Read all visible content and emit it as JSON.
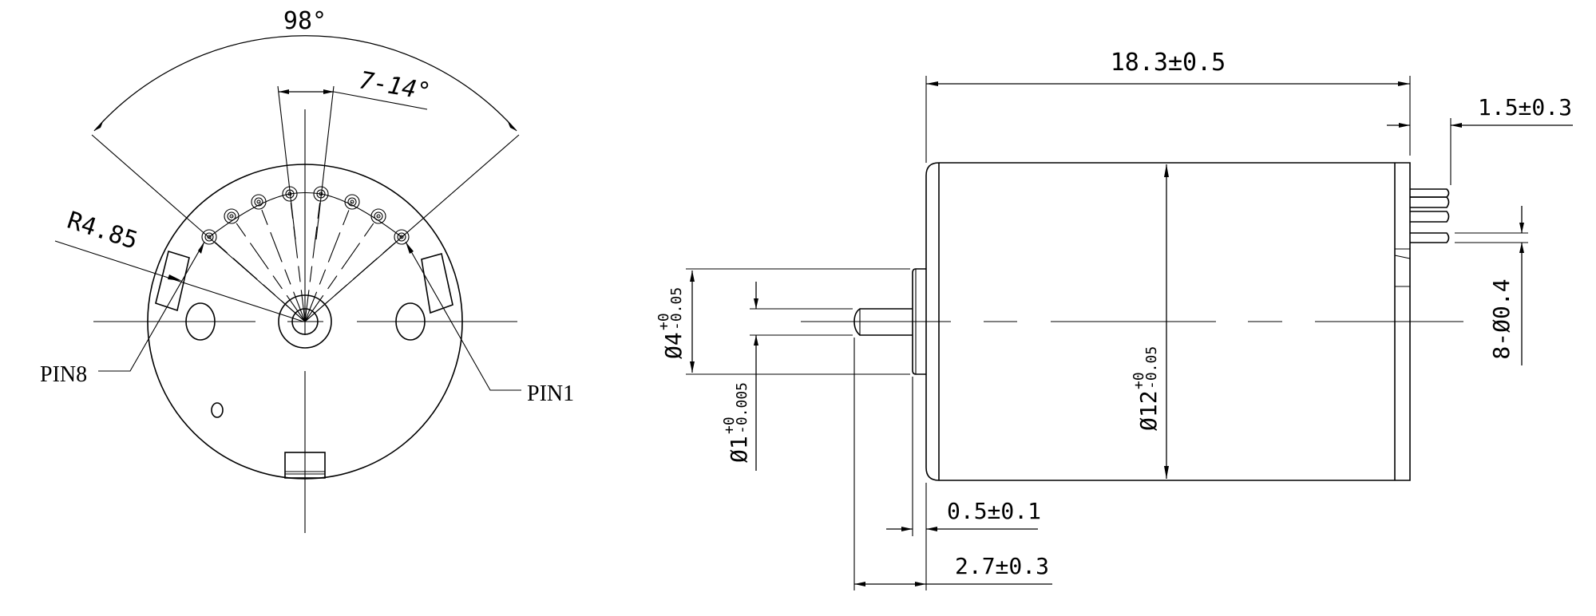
{
  "views": {
    "end_view": {
      "angle_span": "98°",
      "pin_pitch_angle": "7-14°",
      "pin_radius": "R4.85",
      "pin_first_label": "PIN1",
      "pin_last_label": "PIN8",
      "pin_count": 8
    },
    "side_view": {
      "body_length": "18.3±0.5",
      "pin_protrusion": "1.5±0.3",
      "pin_diameter": "8-Ø0.4",
      "body_diameter": {
        "main": "Ø12",
        "upper": "+0",
        "lower": "-0.05"
      },
      "boss_diameter": {
        "main": "Ø4",
        "upper": "+0",
        "lower": "-0.05"
      },
      "shaft_diameter": {
        "main": "Ø1",
        "upper": "+0",
        "lower": "-0.005"
      },
      "boss_height": "0.5±0.1",
      "shaft_length": "2.7±0.3"
    }
  },
  "colors": {
    "line": "#000000",
    "background": "#ffffff"
  }
}
